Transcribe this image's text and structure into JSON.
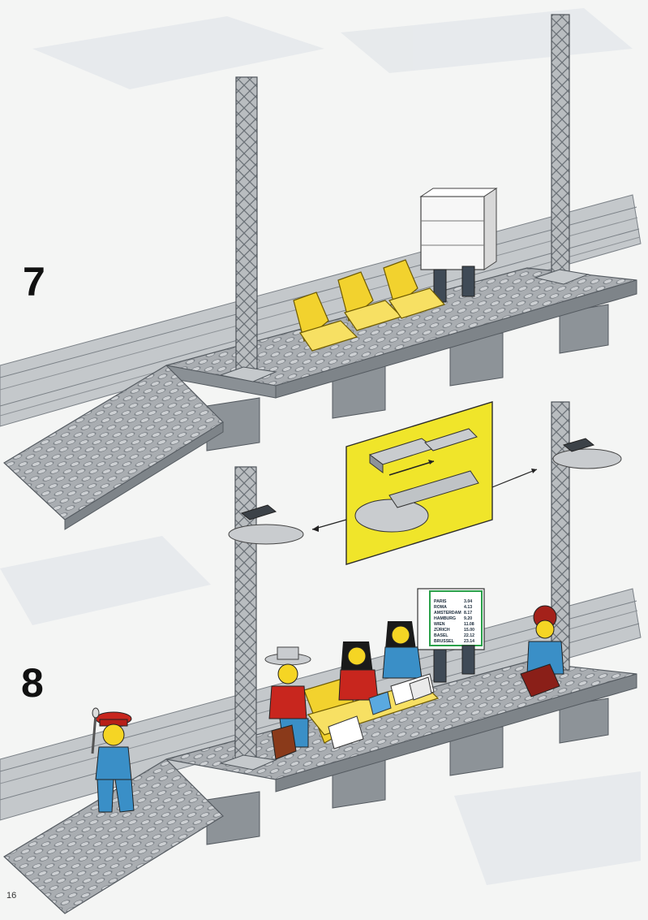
{
  "page": {
    "page_number": "16"
  },
  "steps": [
    {
      "number": "7",
      "items": [
        "pylon-left",
        "pylon-right",
        "seats",
        "sign-board",
        "platform"
      ]
    },
    {
      "number": "8",
      "items": [
        "lamps",
        "schedule-board",
        "figures",
        "suitcases"
      ]
    }
  ],
  "schedule_board": {
    "rows": [
      {
        "city": "PARIS",
        "time": "3.04"
      },
      {
        "city": "ROMA",
        "time": "4.13"
      },
      {
        "city": "AMSTERDAM",
        "time": "8.17"
      },
      {
        "city": "HAMBURG",
        "time": "9.20"
      },
      {
        "city": "WIEN",
        "time": "11.08"
      },
      {
        "city": "ZÜRICH",
        "time": "15.00"
      },
      {
        "city": "BASEL",
        "time": "22.12"
      },
      {
        "city": "BRUSSEL",
        "time": "23.14"
      }
    ]
  },
  "colors": {
    "platform": "#a9adb1",
    "platform_dark": "#7e8489",
    "seat_yellow": "#f2d22e",
    "callout_yellow": "#f0e52a",
    "minifig_red": "#c8261e",
    "minifig_blue": "#3a8fc7"
  }
}
